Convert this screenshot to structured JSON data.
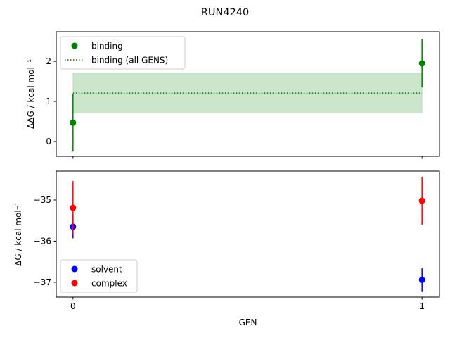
{
  "title": "RUN4240",
  "chart_data": [
    {
      "type": "scatter",
      "panel": "top",
      "ylabel": "ΔΔG / kcal mol⁻¹",
      "xlabel": "",
      "xlim": [
        -0.048,
        1.05
      ],
      "ylim": [
        -0.37,
        2.74
      ],
      "yticks": [
        0,
        1,
        2
      ],
      "xticks": [
        0,
        1
      ],
      "show_xticklabels": false,
      "legend": "top-left",
      "series": [
        {
          "name": "binding",
          "kind": "errorbar",
          "color": "#008000",
          "x": [
            0,
            1
          ],
          "y": [
            0.47,
            1.95
          ],
          "yerr": [
            0.72,
            0.6
          ]
        },
        {
          "name": "binding (all GENS)",
          "kind": "hline-dotted",
          "color": "#008000",
          "x": [
            0,
            1
          ],
          "y": 1.21,
          "band": [
            0.71,
            1.71
          ]
        }
      ]
    },
    {
      "type": "scatter",
      "panel": "bottom",
      "ylabel": "ΔG / kcal mol⁻¹",
      "xlabel": "GEN",
      "xlim": [
        -0.048,
        1.05
      ],
      "ylim": [
        -37.36,
        -34.3
      ],
      "yticks": [
        -35,
        -36,
        -37
      ],
      "xticks": [
        0,
        1
      ],
      "legend": "bottom-left",
      "series": [
        {
          "name": "solvent",
          "color": "#0000ff",
          "x": [
            0,
            1
          ],
          "y": [
            -35.65,
            -36.94
          ],
          "yerr": [
            0.28,
            0.28
          ]
        },
        {
          "name": "complex",
          "color": "#ff0000",
          "x": [
            0,
            1
          ],
          "y": [
            -35.19,
            -35.02
          ],
          "yerr": [
            0.65,
            0.58
          ]
        }
      ]
    }
  ]
}
